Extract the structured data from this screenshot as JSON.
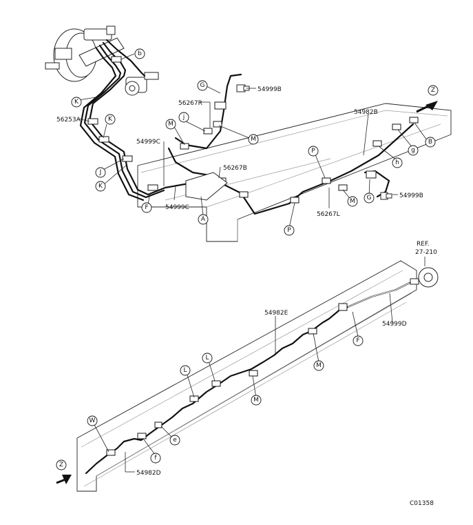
{
  "part_numbers": {
    "p54999B_top": "54999B",
    "p56267R": "56267R",
    "p56253A": "56253A",
    "p54999C_a": "54999C",
    "p56267B": "56267B",
    "p54999C_b": "54999C",
    "p54982B": "54982B",
    "p54999B_right": "54999B",
    "p56267L": "56267L",
    "ref_line1": "REF.",
    "ref_line2": "27-210",
    "p54982E": "54982E",
    "p54999D": "54999D",
    "p54982D": "54982D"
  },
  "callouts": {
    "b": "b",
    "G_top": "G",
    "K1": "K",
    "K2": "K",
    "J": "J",
    "K3": "K",
    "F_top": "F",
    "A": "A",
    "j": "j",
    "M1": "M",
    "M2": "M",
    "Z_top": "Z",
    "B": "B",
    "g": "g",
    "h": "h",
    "P1": "P",
    "M3": "M",
    "G_right": "G",
    "P2": "P",
    "F_bottom": "F",
    "M4": "M",
    "L1": "L",
    "L2": "L",
    "M5": "M",
    "W": "W",
    "e": "e",
    "f": "f",
    "Z_bottom": "Z"
  },
  "figure_code": "C01358"
}
